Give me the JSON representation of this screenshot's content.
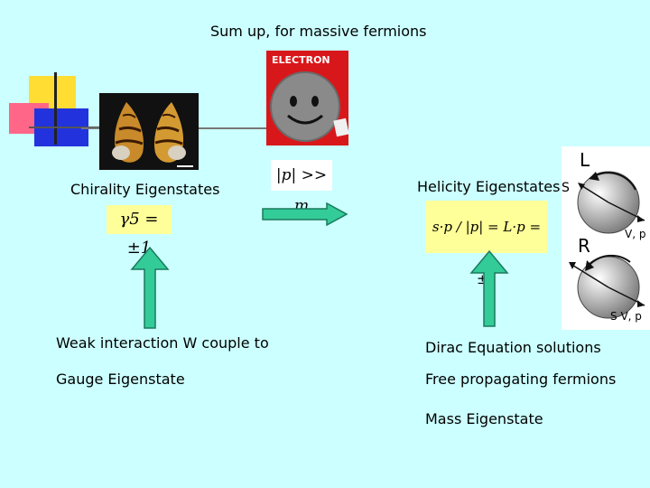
{
  "title": "Sum up, for massive fermions",
  "left": {
    "chirality_label": "Chirality Eigenstates",
    "chirality_formula": "γ5 = ±1",
    "weak_text": "Weak interaction W couple to",
    "gauge_text": "Gauge Eigenstate"
  },
  "middle": {
    "electron_label": "ELECTRON",
    "condition_formula": "|p| >> m"
  },
  "right": {
    "helicity_label": "Helicity Eigenstates",
    "helicity_formula": "s·p / |p| = L·p = ±1",
    "dirac_text": "Dirac Equation solutions",
    "free_text": "Free propagating fermions",
    "mass_text": "Mass Eigenstate"
  },
  "diagram": {
    "left_label": "L",
    "right_label": "R",
    "spin_label": "S",
    "velocity_label": "V, p"
  },
  "colors": {
    "background": "#ccffff",
    "arrow_fill": "#33cc99",
    "arrow_stroke": "#1a7a5c",
    "formula_bg": "#ffff99"
  }
}
